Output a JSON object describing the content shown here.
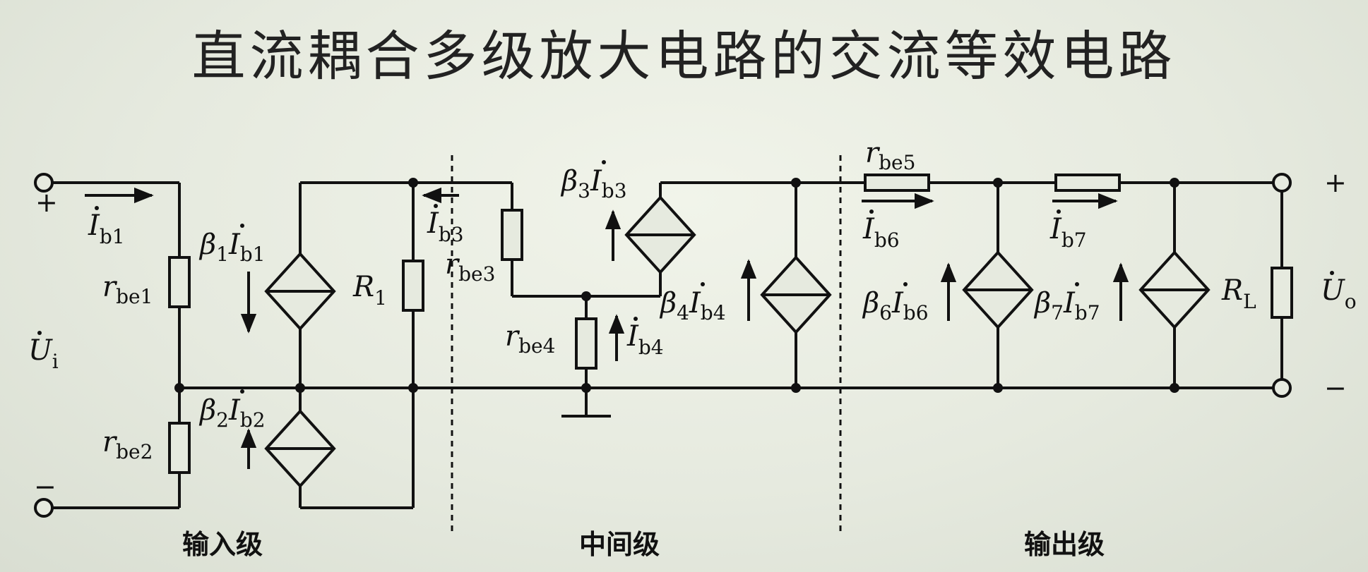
{
  "title": "直流耦合多级放大电路的交流等效电路",
  "stages": {
    "input": "输入级",
    "middle": "中间级",
    "output": "输出级"
  },
  "terminals": {
    "in_plus": "+",
    "in_minus": "−",
    "out_plus": "+",
    "out_minus": "−"
  },
  "labels": {
    "ui": {
      "sym": "U",
      "sub": "i"
    },
    "uo": {
      "sym": "U",
      "sub": "o"
    },
    "ib1": {
      "sym": "I",
      "sub": "b1"
    },
    "ib3": {
      "sym": "I",
      "sub": "b3"
    },
    "ib4": {
      "sym": "I",
      "sub": "b4"
    },
    "ib6": {
      "sym": "I",
      "sub": "b6"
    },
    "ib7": {
      "sym": "I",
      "sub": "b7"
    },
    "rbe1": {
      "sym": "r",
      "sub": "be1"
    },
    "rbe2": {
      "sym": "r",
      "sub": "be2"
    },
    "rbe3": {
      "sym": "r",
      "sub": "be3"
    },
    "rbe4": {
      "sym": "r",
      "sub": "be4"
    },
    "rbe5": {
      "sym": "r",
      "sub": "be5"
    },
    "r1": {
      "sym": "R",
      "sub": "1"
    },
    "rl": {
      "sym": "R",
      "sub": "L"
    },
    "src1": {
      "beta": "β",
      "bsub": "1",
      "sym": "I",
      "sub": "b1"
    },
    "src2": {
      "beta": "β",
      "bsub": "2",
      "sym": "I",
      "sub": "b2"
    },
    "src3": {
      "beta": "β",
      "bsub": "3",
      "sym": "I",
      "sub": "b3"
    },
    "src4": {
      "beta": "β",
      "bsub": "4",
      "sym": "I",
      "sub": "b4"
    },
    "src6": {
      "beta": "β",
      "bsub": "6",
      "sym": "I",
      "sub": "b6"
    },
    "src7": {
      "beta": "β",
      "bsub": "7",
      "sym": "I",
      "sub": "b7"
    }
  }
}
